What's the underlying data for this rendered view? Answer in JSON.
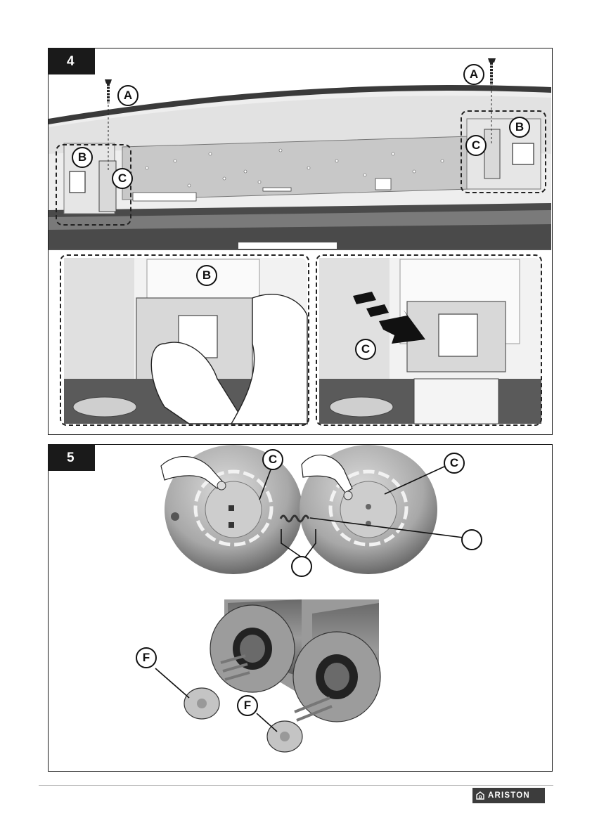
{
  "step4": {
    "number": "4",
    "callouts": {
      "a_left": "A",
      "a_right": "A",
      "b_left": "B",
      "b_right": "B",
      "c_left": "C",
      "c_right": "C",
      "b_detail": "B",
      "c_detail": "C"
    }
  },
  "step5": {
    "number": "5",
    "callouts": {
      "c_left": "C",
      "c_right": "C",
      "blank_right": "",
      "blank_bottom": "",
      "f_left": "F",
      "f_right": "F"
    }
  },
  "brand": {
    "name": "ARISTON",
    "color": "#3c3c3c",
    "icon": "house-icon"
  }
}
